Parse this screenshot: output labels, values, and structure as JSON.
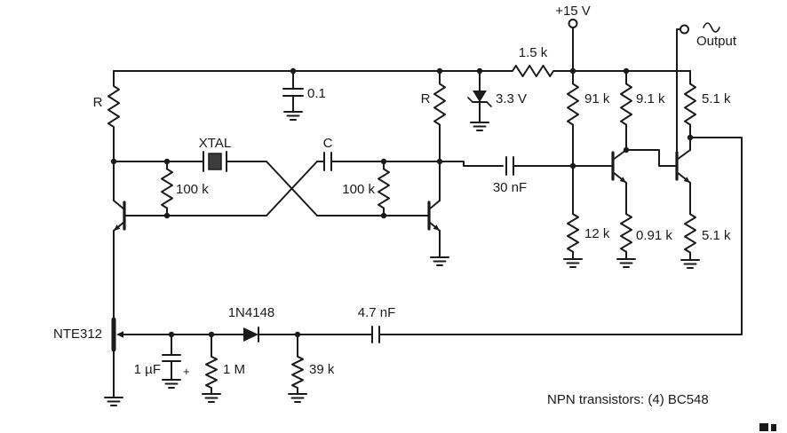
{
  "figure": {
    "type": "crystal-oscillator-schematic",
    "note": "NPN transistors: (4) BC548"
  },
  "labels": {
    "supply": "+15 V",
    "output": "Output",
    "resistor_left": "R",
    "resistor_right": "R",
    "crystal": "XTAL",
    "coupling_cap": "C",
    "bypass_cap": "0.1",
    "feedback_100k_left": "100 k",
    "feedback_100k_right": "100 k",
    "zener": "3.3 V",
    "supply_dropper": "1.5 k",
    "bias_upper": "91 k",
    "collector_9k1": "9.1 k",
    "output_5k1_top": "5.1 k",
    "coupling_30nf": "30 nF",
    "bias_lower": "12 k",
    "emitter_0k91": "0.91 k",
    "output_5k1_bottom": "5.1 k",
    "jfet": "NTE312",
    "agc_diode": "1N4148",
    "agc_cap": "4.7 nF",
    "agc_filter_cap": "1 µF",
    "agc_cap_polarity": "+",
    "agc_1m": "1 M",
    "agc_39k": "39 k"
  },
  "colors": {
    "ink": "#1a1a1a",
    "paper": "#ffffff"
  }
}
